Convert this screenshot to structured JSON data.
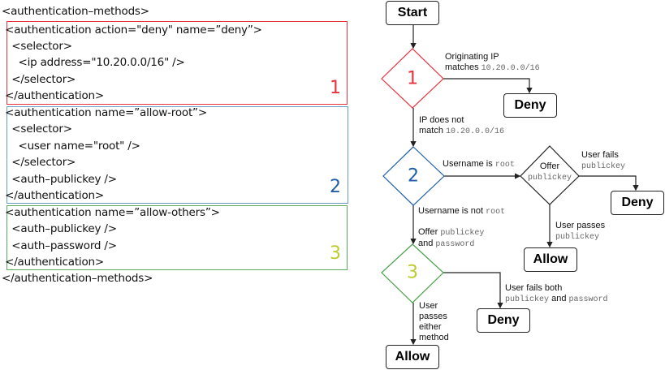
{
  "code": {
    "lines": [
      "<authentication–methods>",
      " <authentication action=\"deny\" name=”deny”>",
      "   <selector>",
      "     <ip address=\"10.20.0.0/16\" />",
      "   </selector>",
      " </authentication>",
      " <authentication name=”allow-root”>",
      "   <selector>",
      "     <user name=\"root\" />",
      "   </selector>",
      "   <auth–publickey />",
      " </authentication>",
      " <authentication name=”allow-others”>",
      "   <auth–publickey />",
      "   <auth–password />",
      " </authentication>",
      "</authentication–methods>"
    ],
    "blocks": [
      {
        "number": "1",
        "color": "#e8323c"
      },
      {
        "number": "2",
        "color": "#1f5fa8"
      },
      {
        "number": "3",
        "color": "#bccc2e"
      }
    ]
  },
  "flow": {
    "start": "Start",
    "deny": "Deny",
    "allow": "Allow",
    "d1": "1",
    "d2": "2",
    "d3": "3",
    "d1_color": "#e8323c",
    "d2_color": "#1f5fa8",
    "d3_color": "#4aa04a",
    "offer_text": "Offer",
    "offer_mono": "publickey",
    "l_ip_match_1": "Originating IP",
    "l_ip_match_2": "matches",
    "l_ip_match_mono": "10.20.0.0/16",
    "l_ip_nomatch_1": "IP does not",
    "l_ip_nomatch_2": "match",
    "l_ip_nomatch_mono": "10.20.0.0/16",
    "l_user_root": "Username is",
    "l_user_root_mono": "root",
    "l_user_notroot": "Username is not",
    "l_user_notroot_mono": "root",
    "l_offer_both_1": "Offer",
    "l_offer_both_mono1": "publickey",
    "l_offer_both_2": "and",
    "l_offer_both_mono2": "password",
    "l_fails_pk_1": "User fails",
    "l_fails_pk_mono": "publickey",
    "l_passes_pk_1": "User passes",
    "l_passes_pk_mono": "publickey",
    "l_fails_both_1": "User fails both",
    "l_fails_both_mono1": "publickey",
    "l_fails_both_2": "and",
    "l_fails_both_mono2": "password",
    "l_passes_either": [
      "User",
      "passes",
      "either",
      "method"
    ]
  }
}
